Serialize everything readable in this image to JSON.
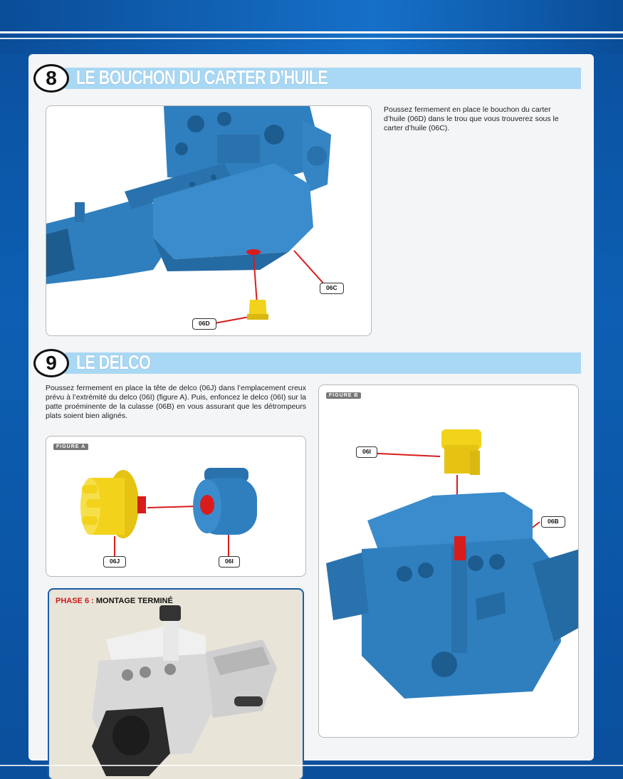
{
  "colors": {
    "blue_part": "#2f7fbf",
    "yellow_part": "#f2d21b",
    "red_arrow": "#d81c1c",
    "title_bar": "#a9d8f4"
  },
  "step8": {
    "number": "8",
    "title": "LE BOUCHON DU CARTER D’HUILE",
    "text": "Poussez fermement en place le bouchon du carter d’huile (06D) dans le trou que vous trouverez sous le carter d’huile (06C).",
    "labels": {
      "oil_pan": "06C",
      "plug": "06D"
    }
  },
  "step9": {
    "number": "9",
    "title": "LE DELCO",
    "text": "Poussez fermement en place la tête de delco (06J) dans l’emplacement creux prévu à l’extrémité du delco (06I) (figure A). Puis, enfoncez le delco (06I) sur la patte proéminente de la culasse (06B) en vous assurant que les détrompeurs plats soient bien alignés.",
    "figure_a": {
      "tag": "FIGURE A",
      "labels": {
        "cap": "06J",
        "body": "06I"
      }
    },
    "figure_b": {
      "tag": "FIGURE B",
      "labels": {
        "delco": "06I",
        "head": "06B"
      }
    }
  },
  "phase": {
    "prefix": "PHASE 6 :",
    "title": "MONTAGE TERMINÉ"
  }
}
